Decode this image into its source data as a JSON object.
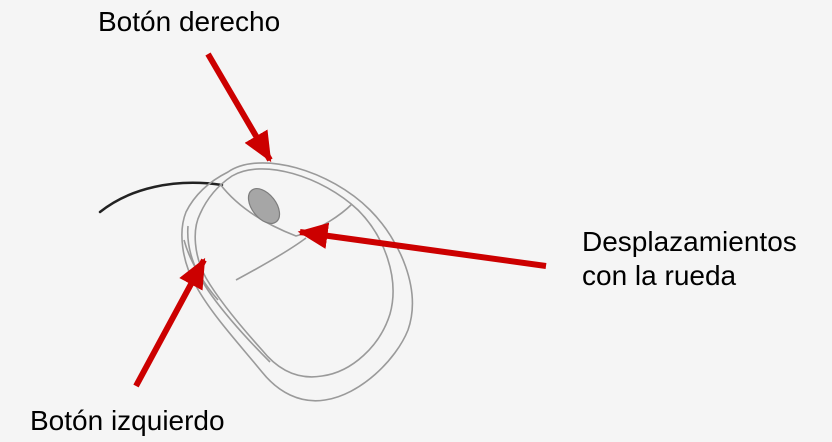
{
  "labels": {
    "right_button": "Botón derecho",
    "wheel_line1": "Desplazamientos",
    "wheel_line2": "con la rueda",
    "left_button": "Botón izquierdo"
  },
  "colors": {
    "background": "#f5f5f5",
    "arrow": "#cc0000",
    "outline": "#9a9a9a",
    "wheel": "#a6a6a6",
    "cable": "#222222"
  }
}
